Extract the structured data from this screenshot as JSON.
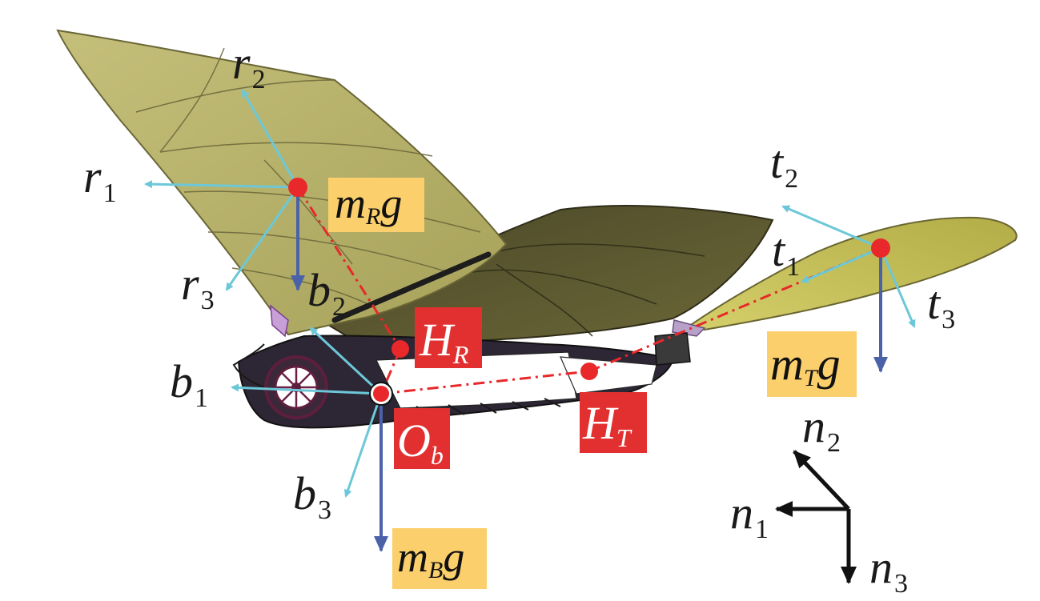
{
  "diagram": {
    "colors": {
      "wing_main": "#b9b46a",
      "wing_dark": "#5e5a33",
      "tail": "#c2bd55",
      "body": "#2a2230",
      "axis_cyan": "#6cc8d8",
      "axis_blue": "#4b62a8",
      "point_red": "#e8282a",
      "box_red": "#e23030",
      "box_orange": "#fbcf6b",
      "text": "#1a1a1a"
    },
    "frame_wing": {
      "r1": {
        "main": "r",
        "sub": "1"
      },
      "r2": {
        "main": "r",
        "sub": "2"
      },
      "r3": {
        "main": "r",
        "sub": "3"
      },
      "weight": {
        "main": "m",
        "sub": "R",
        "tail": "g"
      }
    },
    "frame_tail": {
      "t1": {
        "main": "t",
        "sub": "1"
      },
      "t2": {
        "main": "t",
        "sub": "2"
      },
      "t3": {
        "main": "t",
        "sub": "3"
      },
      "weight": {
        "main": "m",
        "sub": "T",
        "tail": "g"
      }
    },
    "frame_body": {
      "b1": {
        "main": "b",
        "sub": "1"
      },
      "b2": {
        "main": "b",
        "sub": "2"
      },
      "b3": {
        "main": "b",
        "sub": "3"
      },
      "weight": {
        "main": "m",
        "sub": "B",
        "tail": "g"
      }
    },
    "points": {
      "HR": {
        "main": "H",
        "sub": "R"
      },
      "HT": {
        "main": "H",
        "sub": "T"
      },
      "Ob": {
        "main": "O",
        "sub": "b"
      }
    },
    "inertial": {
      "n1": {
        "main": "n",
        "sub": "1"
      },
      "n2": {
        "main": "n",
        "sub": "2"
      },
      "n3": {
        "main": "n",
        "sub": "3"
      }
    }
  }
}
